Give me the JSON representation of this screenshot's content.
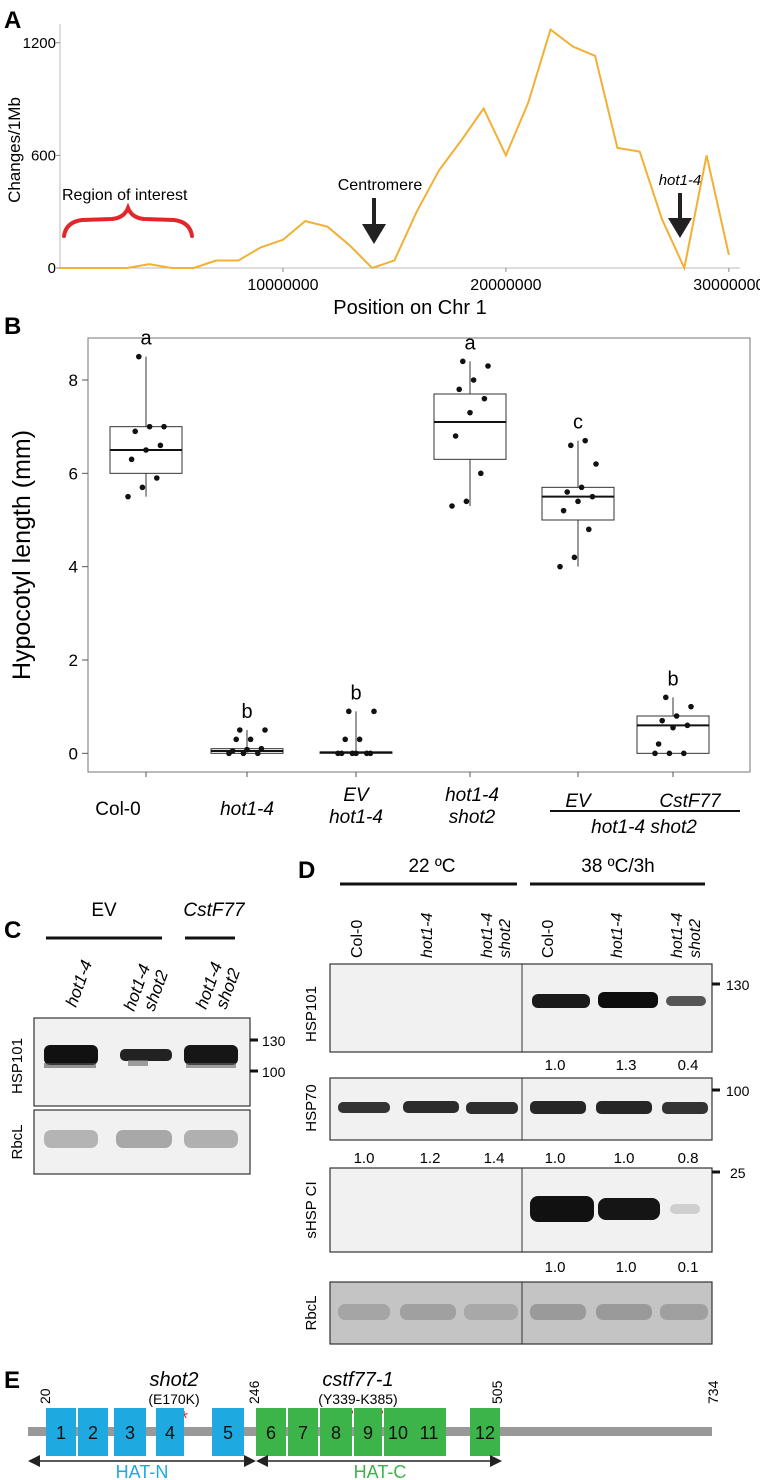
{
  "panel_labels": {
    "a": "A",
    "b": "B",
    "c": "C",
    "d": "D",
    "e": "E"
  },
  "chart_data": [
    {
      "type": "line",
      "panel": "A",
      "xlabel": "Position on Chr 1",
      "ylabel": "Changes/1Mb",
      "xlim": [
        0,
        30500000
      ],
      "ylim": [
        0,
        1300
      ],
      "x_ticks": [
        10000000,
        20000000,
        30000000
      ],
      "x_tick_labels": [
        "10000000",
        "20000000",
        "30000000"
      ],
      "y_ticks": [
        0,
        600,
        1200
      ],
      "y_tick_labels": [
        "0",
        "600",
        "1200"
      ],
      "series": [
        {
          "color": "#f2b034",
          "x": [
            0,
            1000000,
            2000000,
            3000000,
            4000000,
            5000000,
            6000000,
            7000000,
            8000000,
            9000000,
            10000000,
            11000000,
            12000000,
            13000000,
            14000000,
            15000000,
            16000000,
            17000000,
            18000000,
            19000000,
            20000000,
            21000000,
            22000000,
            23000000,
            24000000,
            25000000,
            26000000,
            27000000,
            28000000,
            29000000,
            30000000
          ],
          "y": [
            0,
            0,
            0,
            0,
            20,
            0,
            0,
            40,
            40,
            110,
            150,
            250,
            220,
            120,
            0,
            40,
            300,
            520,
            680,
            850,
            600,
            880,
            1270,
            1180,
            1130,
            640,
            620,
            260,
            0,
            600,
            70
          ]
        }
      ],
      "annotations": [
        {
          "label": "Region of interest",
          "x_start": 0,
          "x_end": 6000000
        },
        {
          "label": "Centromere",
          "x": 14200000
        },
        {
          "label": "hot1-4",
          "x": 28200000
        }
      ],
      "grid": false
    },
    {
      "type": "box",
      "panel": "B",
      "ylabel": "Hypocotyl length (mm)",
      "ylim": [
        -0.4,
        8.9
      ],
      "y_ticks": [
        0,
        2,
        4,
        6,
        8
      ],
      "y_tick_labels": [
        "0",
        "2",
        "4",
        "6",
        "8"
      ],
      "categories": [
        "Col-0",
        "hot1-4",
        "EV hot1-4",
        "hot1-4 shot2",
        "EV",
        "CstF77"
      ],
      "letters": [
        "a",
        "b",
        "b",
        "a",
        "c",
        "b"
      ],
      "boxes": [
        {
          "q1": 6.0,
          "median": 6.5,
          "q3": 7.0,
          "whisker_low": 5.5,
          "whisker_high": 8.5
        },
        {
          "q1": 0.0,
          "median": 0.05,
          "q3": 0.1,
          "whisker_low": 0.0,
          "whisker_high": 0.5
        },
        {
          "q1": 0.0,
          "median": 0.02,
          "q3": 0.03,
          "whisker_low": 0.0,
          "whisker_high": 0.9
        },
        {
          "q1": 6.3,
          "median": 7.1,
          "q3": 7.7,
          "whisker_low": 5.3,
          "whisker_high": 8.4
        },
        {
          "q1": 5.0,
          "median": 5.5,
          "q3": 5.7,
          "whisker_low": 4.0,
          "whisker_high": 6.7
        },
        {
          "q1": 0.0,
          "median": 0.6,
          "q3": 0.8,
          "whisker_low": 0.0,
          "whisker_high": 1.2
        }
      ],
      "points": [
        [
          5.5,
          5.7,
          5.9,
          6.3,
          6.5,
          6.6,
          6.9,
          7.0,
          7.0,
          8.5
        ],
        [
          0.0,
          0.0,
          0.0,
          0.05,
          0.08,
          0.1,
          0.3,
          0.3,
          0.5,
          0.5
        ],
        [
          0.0,
          0.0,
          0.0,
          0.0,
          0.0,
          0.0,
          0.3,
          0.3,
          0.9,
          0.9
        ],
        [
          5.3,
          5.4,
          6.0,
          6.8,
          7.3,
          7.6,
          7.8,
          8.0,
          8.3,
          8.4
        ],
        [
          4.0,
          4.2,
          4.8,
          5.2,
          5.4,
          5.5,
          5.6,
          5.7,
          6.2,
          6.6,
          6.7
        ],
        [
          0.0,
          0.0,
          0.0,
          0.2,
          0.55,
          0.6,
          0.7,
          0.8,
          1.0,
          1.2
        ]
      ],
      "group_label": "hot1-4 shot2"
    }
  ],
  "panel_c": {
    "headers": {
      "ev": "EV",
      "cstf": "CstF77"
    },
    "lanes": [
      "hot1-4",
      "hot1-4 shot2",
      "hot1-4 shot2"
    ],
    "rows": [
      "HSP101",
      "RbcL"
    ],
    "markers": [
      "130",
      "100"
    ],
    "band_intensity": [
      1.0,
      0.55,
      0.9
    ]
  },
  "panel_d": {
    "headers": {
      "cold": "22 ºC",
      "hot": "38 ºC/3h"
    },
    "lanes": [
      "Col-0",
      "hot1-4",
      "hot1-4 shot2",
      "Col-0",
      "hot1-4",
      "hot1-4 shot2"
    ],
    "rows": [
      "HSP101",
      "HSP70",
      "sHSP CI",
      "RbcL"
    ],
    "markers": [
      "130",
      "100",
      "25"
    ],
    "quant": {
      "hsp101": [
        "1.0",
        "1.3",
        "0.4"
      ],
      "hsp70": [
        "1.0",
        "1.2",
        "1.4",
        "1.0",
        "1.0",
        "0.8"
      ],
      "shsp": [
        "1.0",
        "1.0",
        "0.1"
      ]
    }
  },
  "panel_e": {
    "positions": {
      "start": "20",
      "mid": "246",
      "end": "505",
      "total": "734"
    },
    "shot2_label": "shot2",
    "shot2_mut": "(E170K)",
    "cstf_label": "cstf77-1",
    "cstf_range": "(Y339-K385)",
    "blocks": [
      "1",
      "2",
      "3",
      "4",
      "5",
      "6",
      "7",
      "8",
      "9",
      "10",
      "11",
      "12"
    ],
    "hat_n": "HAT-N",
    "hat_c": "HAT-C",
    "colors": {
      "hat_n": "#1ea9e1",
      "hat_c": "#3cb44a",
      "line": "#999999",
      "line_chart": "#f2b034",
      "brace": "#e2262a"
    }
  }
}
